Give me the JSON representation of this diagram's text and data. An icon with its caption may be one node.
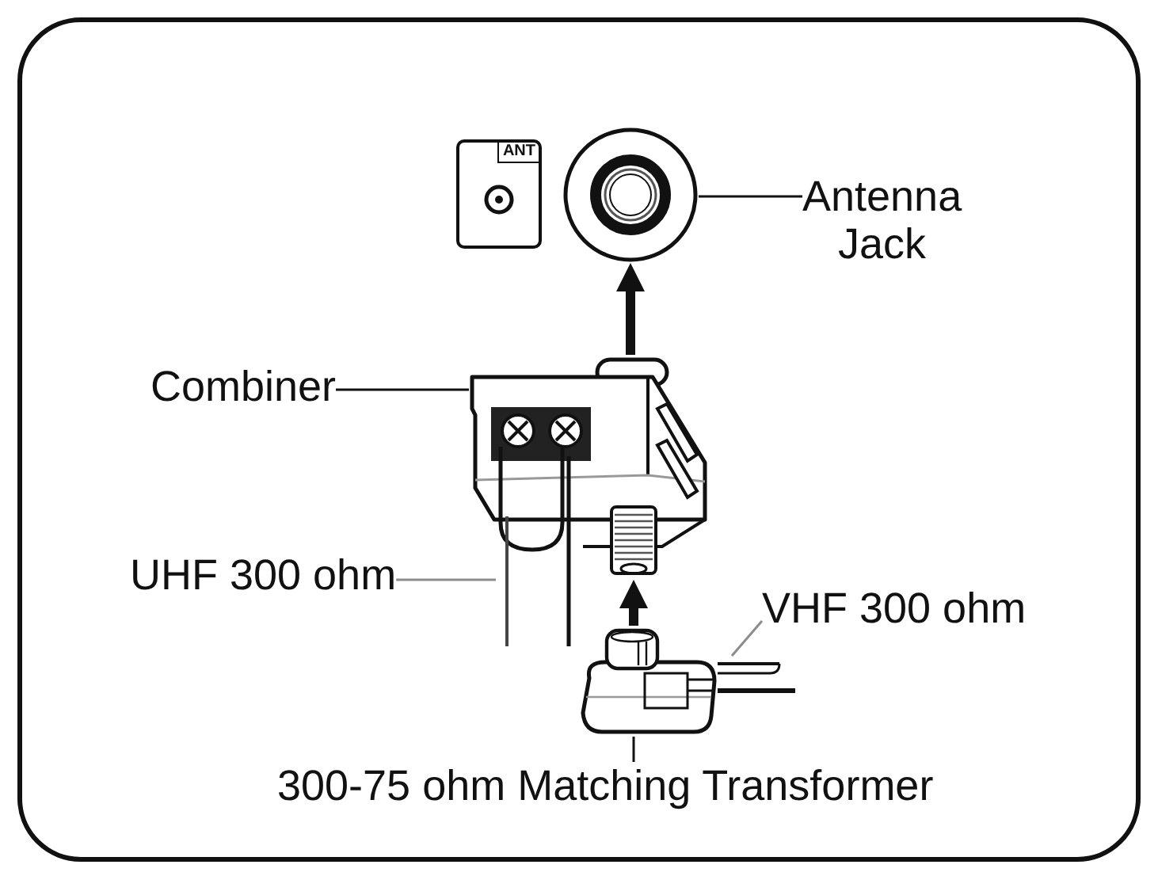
{
  "diagram": {
    "nodes": [
      {
        "text": [
          "ANT"
        ]
      },
      {
        "text": [],
        "shape": "circle"
      },
      {
        "text": [
          "Antenna Jack"
        ]
      },
      {
        "text": [
          "Combiner"
        ]
      },
      {
        "text": [],
        "shape": "picture"
      },
      {
        "text": [
          "UHF 300 ohm"
        ]
      },
      {
        "text": [],
        "shape": "picture"
      },
      {
        "text": [
          "VHF 300 ohm"
        ]
      },
      {
        "text": [],
        "shape": "picture"
      },
      {
        "text": [],
        "shape": "picture"
      },
      {
        "text": [
          "300-75 ohm Matching Transformer"
        ]
      }
    ],
    "edges": [
      {
        "from": 2,
        "to": 1,
        "arrow": "none"
      },
      {
        "from": 3,
        "to": 4,
        "arrow": "none"
      },
      {
        "from": 4,
        "to": 1,
        "arrow": "to",
        "style": "thick"
      },
      {
        "from": 5,
        "to": 6,
        "arrow": "none",
        "color": "#8c8c8c"
      },
      {
        "from": 9,
        "to": 4,
        "arrow": "to",
        "style": "thick"
      },
      {
        "from": 7,
        "to": 8,
        "arrow": "none",
        "color": "#8c8c8c"
      },
      {
        "from": 10,
        "to": 9,
        "arrow": "none"
      }
    ]
  }
}
